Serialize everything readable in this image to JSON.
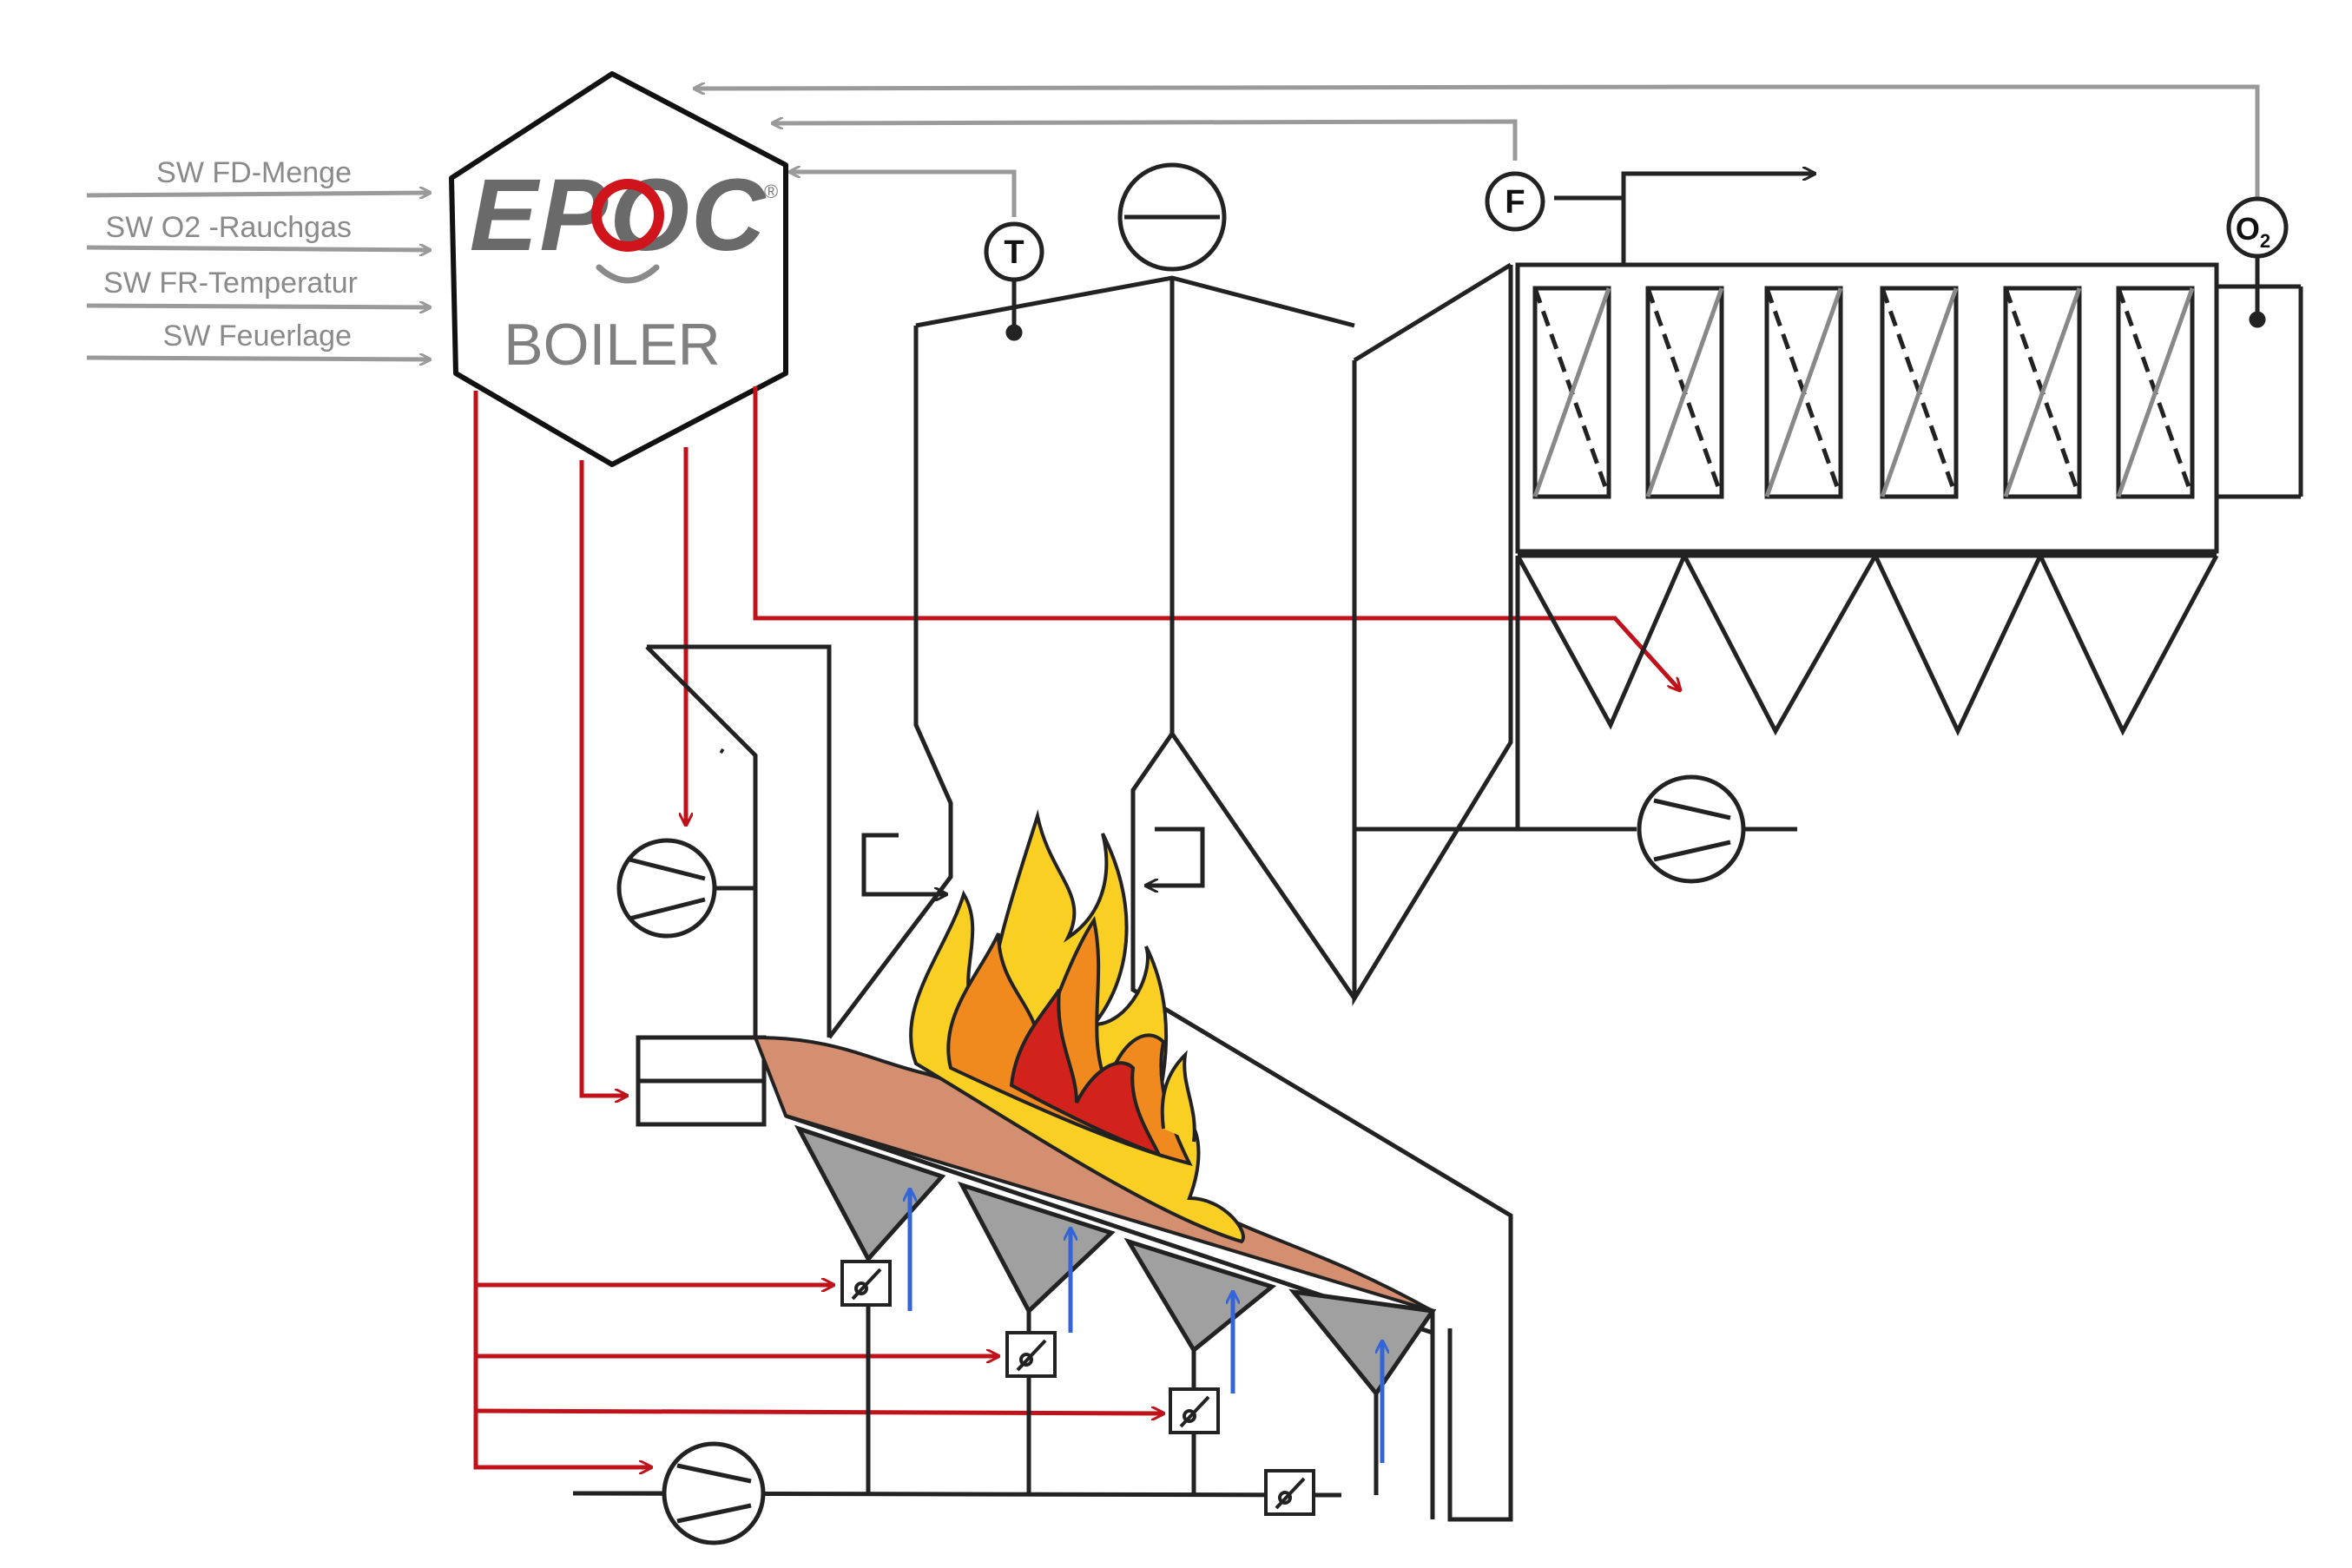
{
  "logo": {
    "wordmark": "EPOC",
    "registered": "®"
  },
  "controller": {
    "label": "BOILER"
  },
  "setpoints": [
    {
      "label": "SW FD-Menge"
    },
    {
      "label": "SW O2 -Rauchgas"
    },
    {
      "label": "SW FR-Temperatur"
    },
    {
      "label": "SW Feuerlage"
    }
  ],
  "sensors": {
    "temperature": "T",
    "flow": "F",
    "oxygen": "O",
    "oxygen_subscript": "2"
  },
  "colors": {
    "signal_line": "#9a9a9a",
    "control_line": "#c0121a",
    "primary_air_arrow": "#3465d8",
    "process_line": "#222222",
    "fuel_bed": "#d38f70",
    "grate_hopper": "#a0a0a0",
    "flame_outer": "#f8cf22",
    "flame_mid": "#f18a1e",
    "flame_core": "#d1231c"
  }
}
